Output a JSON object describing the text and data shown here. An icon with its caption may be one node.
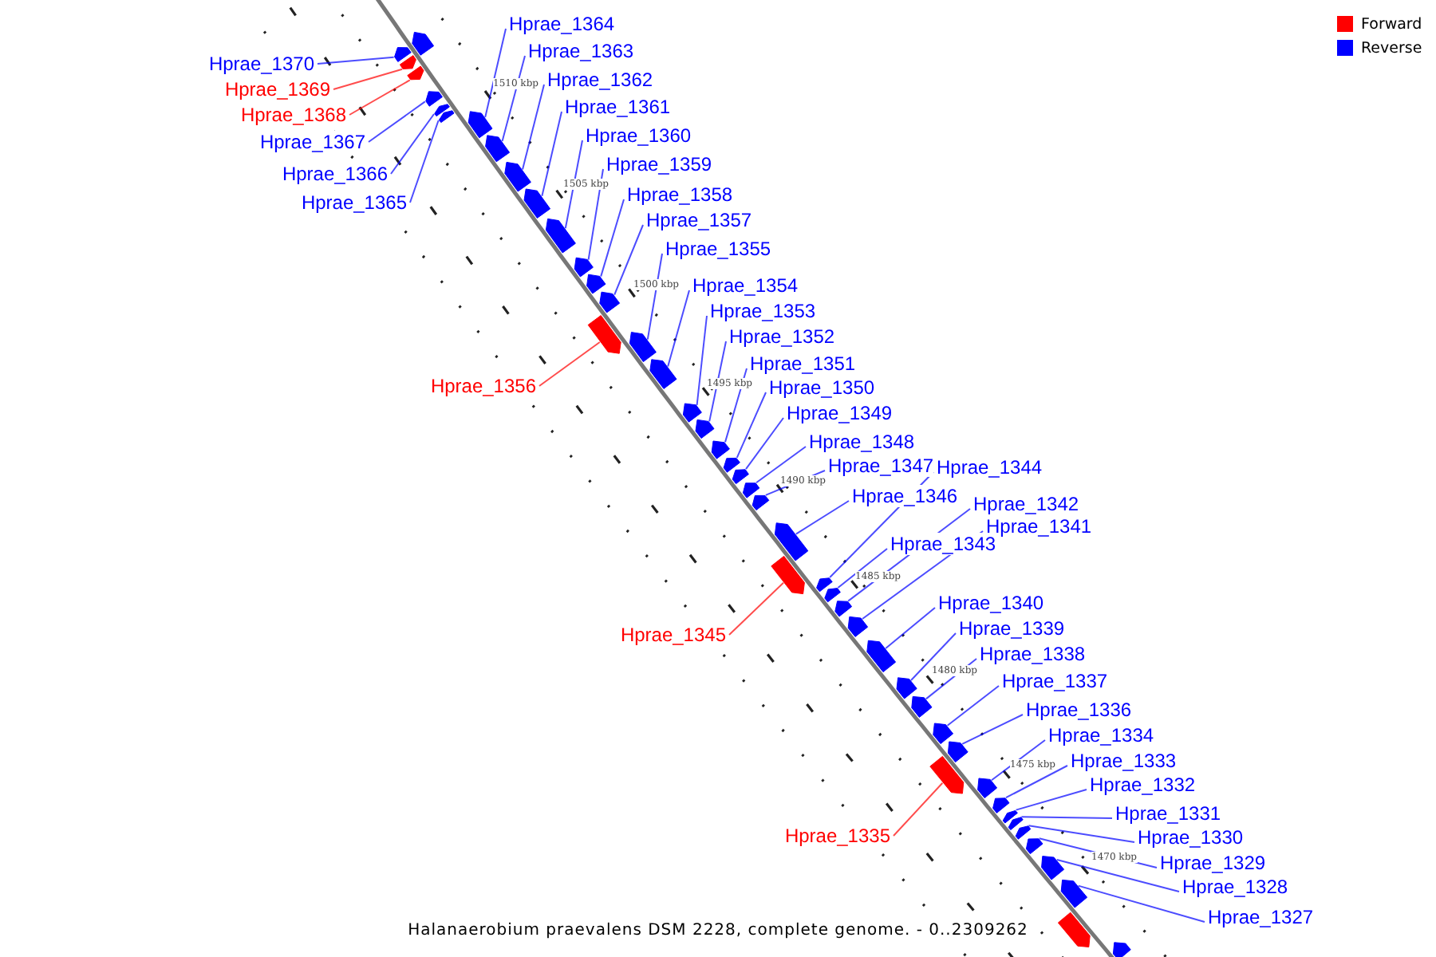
{
  "diagram": {
    "caption": "Halanaerobium praevalens DSM 2228, complete genome. - 0..2309262",
    "nodes": [
      {
        "text": [
          "Hprae_1364"
        ]
      },
      {
        "text": [
          "Hprae_1363"
        ]
      },
      {
        "text": [
          "Hprae_1370"
        ]
      },
      {
        "text": [
          "Hprae_1362"
        ]
      },
      {
        "text": [
          "Hprae_1369"
        ]
      },
      {
        "text": [
          "Hprae_1361"
        ]
      },
      {
        "text": [
          "Hprae_1368"
        ]
      },
      {
        "text": [
          "Hprae_1360"
        ]
      },
      {
        "text": [
          "Hprae_1367"
        ]
      },
      {
        "text": [
          "Hprae_1359"
        ]
      },
      {
        "text": [
          "Hprae_1366"
        ]
      },
      {
        "text": [
          "Hprae_1358"
        ]
      },
      {
        "text": [
          "Hprae_1365"
        ]
      },
      {
        "text": [
          "Hprae_1357"
        ]
      },
      {
        "text": [
          "Hprae_1355"
        ]
      },
      {
        "text": [
          "Hprae_1354"
        ]
      },
      {
        "text": [
          "Hprae_1353"
        ]
      },
      {
        "text": [
          "Hprae_1352"
        ]
      },
      {
        "text": [
          "Hprae_1351"
        ]
      },
      {
        "text": [
          "Hprae_1356"
        ]
      },
      {
        "text": [
          "Hprae_1350"
        ]
      },
      {
        "text": [
          "Hprae_1349"
        ]
      },
      {
        "text": [
          "Hprae_1348"
        ]
      },
      {
        "text": [
          "Hprae_1347"
        ]
      },
      {
        "text": [
          "Hprae_1344"
        ]
      },
      {
        "text": [
          "Hprae_1346"
        ]
      },
      {
        "text": [
          "Hprae_1342"
        ]
      },
      {
        "text": [
          "Hprae_1341"
        ]
      },
      {
        "text": [
          "Hprae_1343"
        ]
      },
      {
        "text": [
          "Hprae_1340"
        ]
      },
      {
        "text": [
          "Hprae_1339"
        ]
      },
      {
        "text": [
          "Hprae_1345"
        ]
      },
      {
        "text": [
          "Hprae_1338"
        ]
      },
      {
        "text": [
          "Hprae_1337"
        ]
      },
      {
        "text": [
          "Hprae_1336"
        ]
      },
      {
        "text": [
          "Hprae_1334"
        ]
      },
      {
        "text": [
          "Hprae_1333"
        ]
      },
      {
        "text": [
          "Hprae_1332"
        ]
      },
      {
        "text": [
          "Hprae_1331"
        ]
      },
      {
        "text": [
          "Hprae_1335"
        ]
      },
      {
        "text": [
          "Hprae_1330"
        ]
      },
      {
        "text": [
          "Hprae_1329"
        ]
      },
      {
        "text": [
          "Hprae_1328"
        ]
      },
      {
        "text": [
          "Hprae_1327"
        ]
      },
      {
        "text": [],
        "shape": "arrow"
      },
      {
        "text": [],
        "shape": "arrow"
      },
      {
        "text": [],
        "shape": "arrow"
      },
      {
        "text": [],
        "shape": "arrow"
      },
      {
        "text": [],
        "shape": "arrow"
      },
      {
        "text": [],
        "shape": "arrow"
      },
      {
        "text": [],
        "shape": "arrow"
      },
      {
        "text": [],
        "shape": "arrow"
      },
      {
        "text": [],
        "shape": "arrow"
      },
      {
        "text": [],
        "shape": "arrow"
      },
      {
        "text": [],
        "shape": "arrow"
      },
      {
        "text": [],
        "shape": "arrow"
      },
      {
        "text": [],
        "shape": "arrow"
      },
      {
        "text": [],
        "shape": "arrow"
      },
      {
        "text": [],
        "shape": "arrow"
      },
      {
        "text": [],
        "shape": "arrow"
      },
      {
        "text": [],
        "shape": "arrow"
      },
      {
        "text": [],
        "shape": "arrow"
      },
      {
        "text": [],
        "shape": "arrow"
      },
      {
        "text": [],
        "shape": "arrow"
      },
      {
        "text": [],
        "shape": "arrow"
      },
      {
        "text": [],
        "shape": "arrow"
      },
      {
        "text": [],
        "shape": "arrow"
      },
      {
        "text": [],
        "shape": "arrow"
      },
      {
        "text": [],
        "shape": "arrow"
      },
      {
        "text": [],
        "shape": "arrow"
      },
      {
        "text": [],
        "shape": "arrow"
      },
      {
        "text": [],
        "shape": "arrow"
      },
      {
        "text": [],
        "shape": "arrow"
      },
      {
        "text": [],
        "shape": "arrow"
      },
      {
        "text": [],
        "shape": "arrow"
      },
      {
        "text": [],
        "shape": "arrow"
      },
      {
        "text": [],
        "shape": "arrow"
      },
      {
        "text": [],
        "shape": "arrow"
      },
      {
        "text": [],
        "shape": "arrow"
      },
      {
        "text": [],
        "shape": "arrow"
      },
      {
        "text": [],
        "shape": "arrow"
      },
      {
        "text": [],
        "shape": "arrow"
      },
      {
        "text": [],
        "shape": "arrow"
      },
      {
        "text": [],
        "shape": "arrow"
      },
      {
        "text": [],
        "shape": "arrow"
      },
      {
        "text": [],
        "shape": "arrow"
      },
      {
        "text": [],
        "shape": "arrow"
      },
      {
        "text": [],
        "shape": "arrow"
      },
      {
        "text": [],
        "shape": "arrow"
      },
      {
        "text": [],
        "shape": "arrow"
      },
      {
        "text": [],
        "shape": "arrow"
      }
    ],
    "edges": [
      {
        "from": 0,
        "to": 51,
        "arrow": "none"
      },
      {
        "from": 1,
        "to": 52,
        "arrow": "none"
      },
      {
        "from": 2,
        "to": 45,
        "arrow": "none"
      },
      {
        "from": 3,
        "to": 53,
        "arrow": "none"
      },
      {
        "from": 4,
        "to": 46,
        "arrow": "none",
        "color": "#ff0000"
      },
      {
        "from": 5,
        "to": 54,
        "arrow": "none"
      },
      {
        "from": 6,
        "to": 47,
        "arrow": "none",
        "color": "#ff0000"
      },
      {
        "from": 7,
        "to": 55,
        "arrow": "none"
      },
      {
        "from": 8,
        "to": 48,
        "arrow": "none"
      },
      {
        "from": 9,
        "to": 56,
        "arrow": "none"
      },
      {
        "from": 10,
        "to": 49,
        "arrow": "none"
      },
      {
        "from": 11,
        "to": 57,
        "arrow": "none"
      },
      {
        "from": 12,
        "to": 50,
        "arrow": "none"
      },
      {
        "from": 13,
        "to": 58,
        "arrow": "none"
      },
      {
        "from": 14,
        "to": 60,
        "arrow": "none"
      },
      {
        "from": 15,
        "to": 61,
        "arrow": "none"
      },
      {
        "from": 16,
        "to": 62,
        "arrow": "none"
      },
      {
        "from": 17,
        "to": 63,
        "arrow": "none"
      },
      {
        "from": 18,
        "to": 64,
        "arrow": "none"
      },
      {
        "from": 19,
        "to": 59,
        "arrow": "none",
        "color": "#ff0000"
      },
      {
        "from": 20,
        "to": 65,
        "arrow": "none"
      },
      {
        "from": 21,
        "to": 66,
        "arrow": "none"
      },
      {
        "from": 22,
        "to": 67,
        "arrow": "none"
      },
      {
        "from": 23,
        "to": 68,
        "arrow": "none"
      },
      {
        "from": 24,
        "to": 71,
        "arrow": "none"
      },
      {
        "from": 25,
        "to": 69,
        "arrow": "none"
      },
      {
        "from": 26,
        "to": 73,
        "arrow": "none"
      },
      {
        "from": 27,
        "to": 74,
        "arrow": "none"
      },
      {
        "from": 28,
        "to": 72,
        "arrow": "none"
      },
      {
        "from": 29,
        "to": 75,
        "arrow": "none"
      },
      {
        "from": 30,
        "to": 76,
        "arrow": "none"
      },
      {
        "from": 31,
        "to": 70,
        "arrow": "none",
        "color": "#ff0000"
      },
      {
        "from": 32,
        "to": 77,
        "arrow": "none"
      },
      {
        "from": 33,
        "to": 78,
        "arrow": "none"
      },
      {
        "from": 34,
        "to": 79,
        "arrow": "none"
      },
      {
        "from": 35,
        "to": 81,
        "arrow": "none"
      },
      {
        "from": 36,
        "to": 82,
        "arrow": "none"
      },
      {
        "from": 37,
        "to": 83,
        "arrow": "none"
      },
      {
        "from": 38,
        "to": 84,
        "arrow": "none"
      },
      {
        "from": 39,
        "to": 80,
        "arrow": "none",
        "color": "#ff0000"
      },
      {
        "from": 40,
        "to": 85,
        "arrow": "none"
      },
      {
        "from": 41,
        "to": 86,
        "arrow": "none"
      },
      {
        "from": 42,
        "to": 87,
        "arrow": "none"
      },
      {
        "from": 43,
        "to": 88,
        "arrow": "none"
      }
    ],
    "labels": [
      "1510 kbp",
      "1505 kbp",
      "1500 kbp",
      "1495 kbp",
      "1490 kbp",
      "1485 kbp",
      "1480 kbp",
      "1475 kbp",
      "1470 kbp"
    ],
    "legend": [
      {
        "text": "Forward",
        "color": "#ff0000"
      },
      {
        "text": "Reverse",
        "color": "#0000ff"
      }
    ]
  }
}
